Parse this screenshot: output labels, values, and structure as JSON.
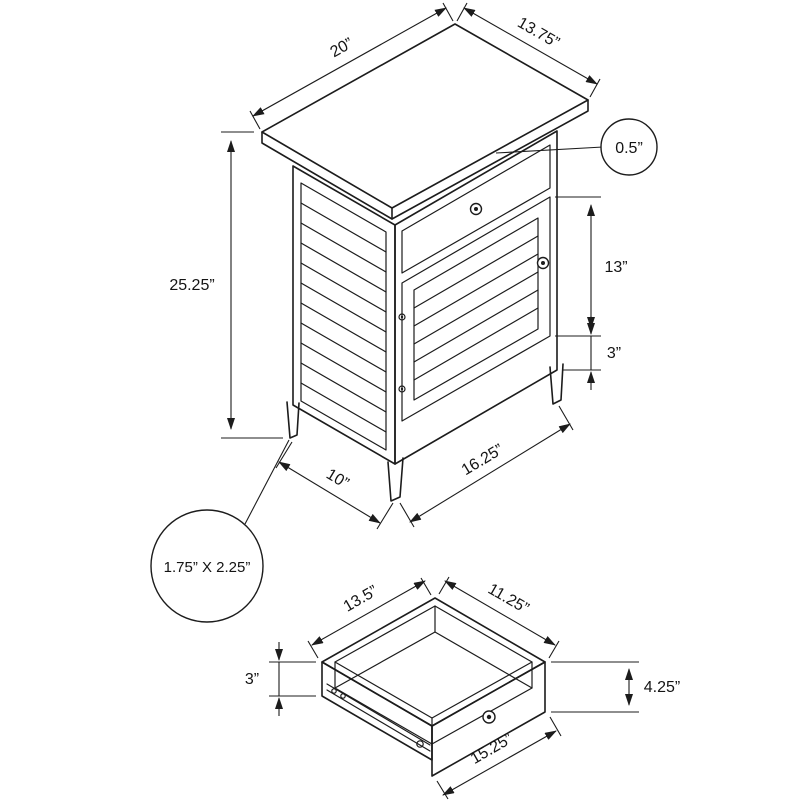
{
  "diagram": {
    "background": "#ffffff",
    "line_color": "#1c1c1c"
  },
  "cabinet": {
    "labels": {
      "top_width": "20”",
      "top_depth": "13.75”",
      "top_thickness": "0.5”",
      "overall_height": "25.25”",
      "door_height": "13”",
      "base_rail_height": "3”",
      "base_side_depth": "10”",
      "base_front_width": "16.25”",
      "leg_size": "1.75” X 2.25”"
    }
  },
  "drawer": {
    "labels": {
      "inner_depth": "13.5”",
      "inner_width": "11.25”",
      "side_height": "3”",
      "front_height": "4.25”",
      "front_width": "15.25”"
    }
  }
}
